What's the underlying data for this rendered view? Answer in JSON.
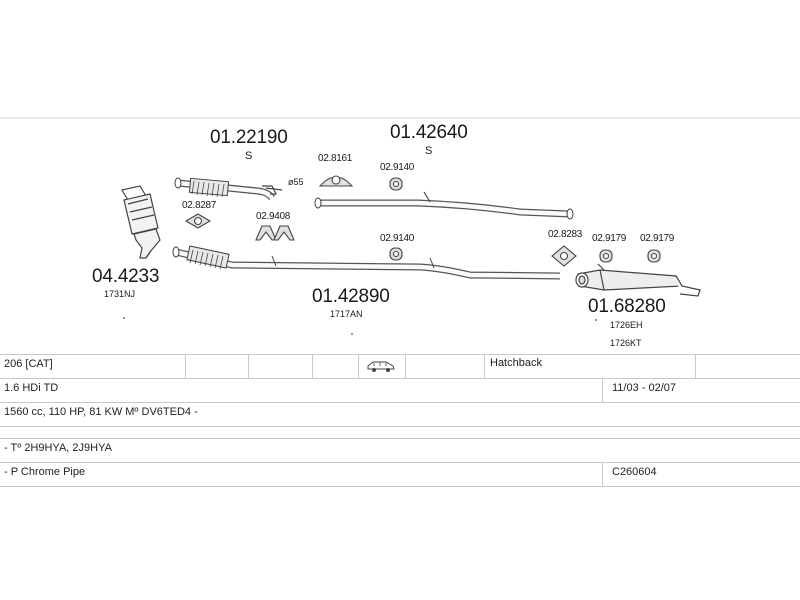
{
  "labels": {
    "front_pipe": {
      "code": "01.22190",
      "suffix": "S"
    },
    "middle_pipe": {
      "code": "01.42640",
      "suffix": "S"
    },
    "catalyst": {
      "code": "04.4233",
      "ref": "1731NJ"
    },
    "centre_pipe": {
      "code": "01.42890",
      "ref": "1717AN"
    },
    "rear_silencer": {
      "code": "01.68280",
      "ref1": "1726EH",
      "ref2": "1726KT"
    },
    "hardware": {
      "gasket_a": "02.8287",
      "bracket_pair": "02.9408",
      "mount_a": "02.8161",
      "hanger_a": "02.9140",
      "hanger_b": "02.9140",
      "mount_b": "02.8283",
      "hanger_c": "02.9179",
      "hanger_d": "02.9179",
      "clamp_size": "ø55"
    }
  },
  "table": {
    "model": "206  [CAT]",
    "body": "Hatchback",
    "engine": "1.6 HDi TD",
    "years": "11/03 - 02/07",
    "spec": "1560 cc, 110 HP, 81 KW Mº DV6TED4 -",
    "types": "- Tº 2H9HYA, 2J9HYA",
    "note": "- P Chrome Pipe",
    "note_code": "C260604"
  }
}
